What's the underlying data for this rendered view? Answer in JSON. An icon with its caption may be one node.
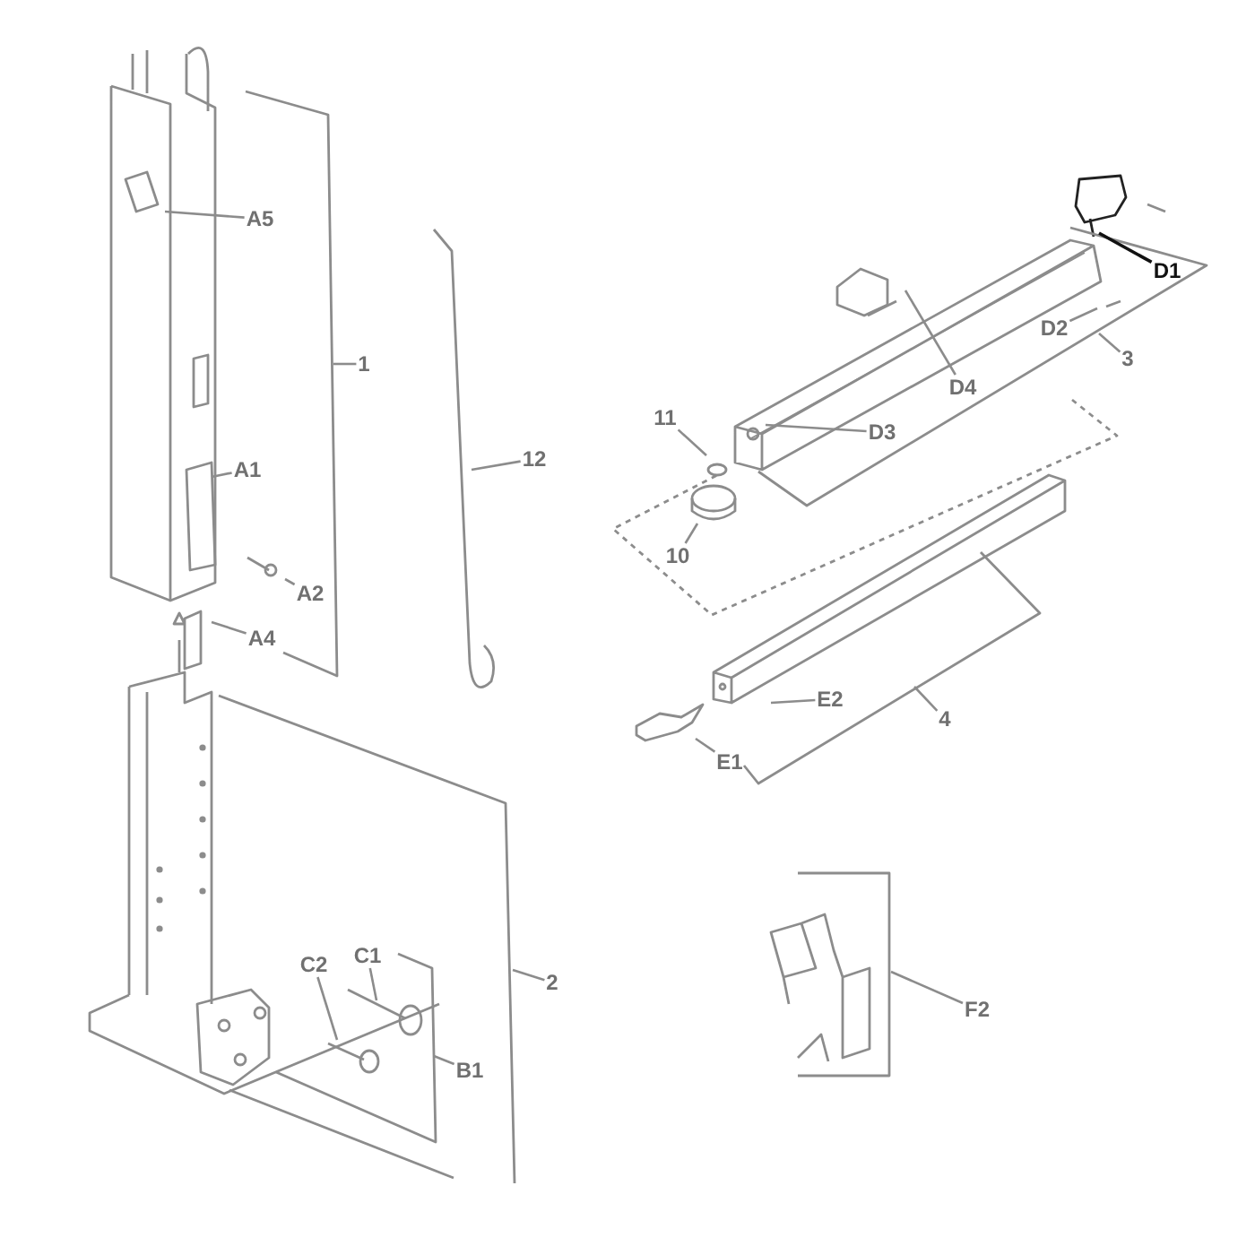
{
  "diagram": {
    "nodes": [
      {
        "text": [
          "D1"
        ]
      },
      {
        "text": [
          "D2"
        ]
      },
      {
        "text": [
          "A5"
        ]
      },
      {
        "text": [
          "3"
        ]
      },
      {
        "text": [
          "1"
        ]
      },
      {
        "text": [
          "D4"
        ]
      },
      {
        "text": [
          "11"
        ]
      },
      {
        "text": [
          "D3"
        ]
      },
      {
        "text": [
          "12"
        ]
      },
      {
        "text": [
          "A1"
        ]
      },
      {
        "text": [
          "10"
        ]
      },
      {
        "text": [
          "A2"
        ]
      },
      {
        "text": [
          "A4"
        ]
      },
      {
        "text": [
          "E2"
        ]
      },
      {
        "text": [
          "4"
        ]
      },
      {
        "text": [
          "E1"
        ]
      },
      {
        "text": [
          "C1"
        ]
      },
      {
        "text": [
          "C2"
        ]
      },
      {
        "text": [
          "2"
        ]
      },
      {
        "text": [
          "F2"
        ]
      },
      {
        "text": [
          "B1"
        ]
      }
    ],
    "edges": [
      {
        "from": 0,
        "to": null,
        "arrow": "none",
        "color": "#111111"
      },
      {
        "from": 1,
        "to": null,
        "arrow": "none"
      },
      {
        "from": 2,
        "to": null,
        "arrow": "none"
      },
      {
        "from": 3,
        "to": null,
        "arrow": "none"
      },
      {
        "from": 4,
        "to": null,
        "arrow": "none"
      },
      {
        "from": 5,
        "to": null,
        "arrow": "none"
      },
      {
        "from": 6,
        "to": null,
        "arrow": "none"
      },
      {
        "from": 7,
        "to": null,
        "arrow": "none"
      },
      {
        "from": 8,
        "to": null,
        "arrow": "none"
      },
      {
        "from": 9,
        "to": null,
        "arrow": "none"
      },
      {
        "from": 10,
        "to": null,
        "arrow": "none"
      },
      {
        "from": 11,
        "to": null,
        "arrow": "none"
      },
      {
        "from": 12,
        "to": null,
        "arrow": "none"
      },
      {
        "from": 13,
        "to": null,
        "arrow": "none"
      },
      {
        "from": 14,
        "to": null,
        "arrow": "none"
      },
      {
        "from": 15,
        "to": null,
        "arrow": "none"
      },
      {
        "from": 16,
        "to": null,
        "arrow": "none"
      },
      {
        "from": 17,
        "to": null,
        "arrow": "none"
      },
      {
        "from": 18,
        "to": null,
        "arrow": "none"
      },
      {
        "from": 19,
        "to": null,
        "arrow": "none"
      },
      {
        "from": 20,
        "to": null,
        "arrow": "none"
      }
    ]
  }
}
